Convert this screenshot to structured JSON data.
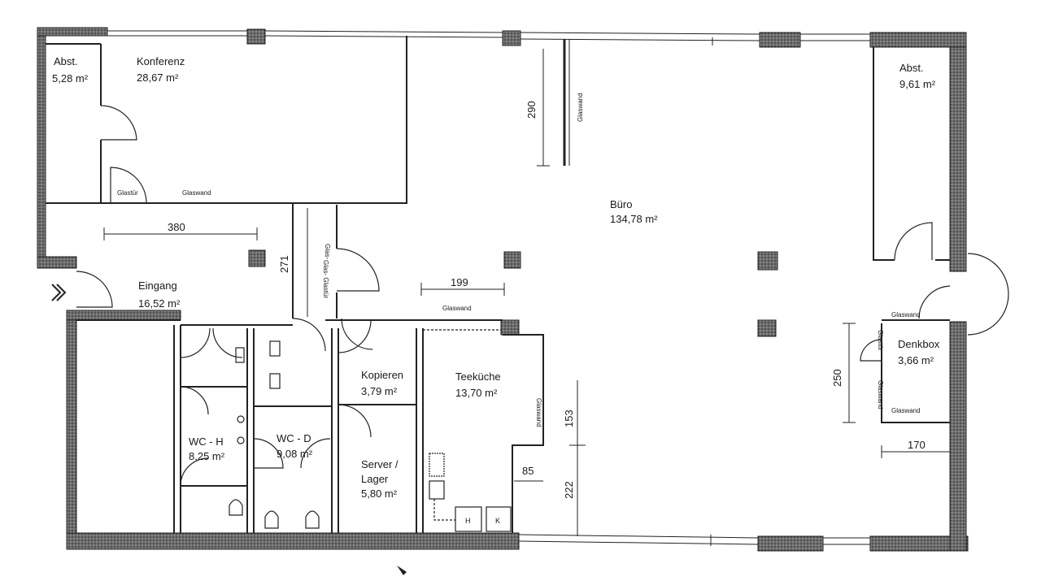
{
  "rooms": {
    "abst_left": {
      "name": "Abst.",
      "area": "5,28 m²"
    },
    "konferenz": {
      "name": "Konferenz",
      "area": "28,67 m²"
    },
    "abst_right": {
      "name": "Abst.",
      "area": "9,61 m²"
    },
    "buero": {
      "name": "Büro",
      "area": "134,78 m²"
    },
    "eingang": {
      "name": "Eingang",
      "area": "16,52 m²"
    },
    "kopieren": {
      "name": "Kopieren",
      "area": "3,79 m²"
    },
    "teekueche": {
      "name": "Teeküche",
      "area": "13,70 m²"
    },
    "denkbox": {
      "name": "Denkbox",
      "area": "3,66 m²"
    },
    "wc_h": {
      "name": "WC - H",
      "area": "8,25 m²"
    },
    "wc_d": {
      "name": "WC - D",
      "area": "9,08 m²"
    },
    "server": {
      "name_line1": "Server /",
      "name_line2": "Lager",
      "area": "5,80 m²"
    }
  },
  "dimensions": {
    "d290": "290",
    "d380": "380",
    "d271": "271",
    "d199": "199",
    "d153": "153",
    "d85": "85",
    "d222": "222",
    "d250": "250",
    "d170": "170"
  },
  "notes": {
    "glastuer": "Glastür",
    "glaswand_konferenz": "Glaswand",
    "glaswand_buero_vertical": "Glaswand",
    "glas_top": "Glas-",
    "glas_tuer": "Glas- Glastür",
    "glaswand_199": "Glaswand",
    "glaswand_teekueche": "Glaswand",
    "glaswand_denkbox_top": "Glaswand",
    "glaswand_denkbox_left": "Glaswand",
    "glaswand_denkbox_bottom": "Glaswand",
    "glastuer_denkbox": "Glastür",
    "appliance_h": "H",
    "appliance_k": "K"
  }
}
